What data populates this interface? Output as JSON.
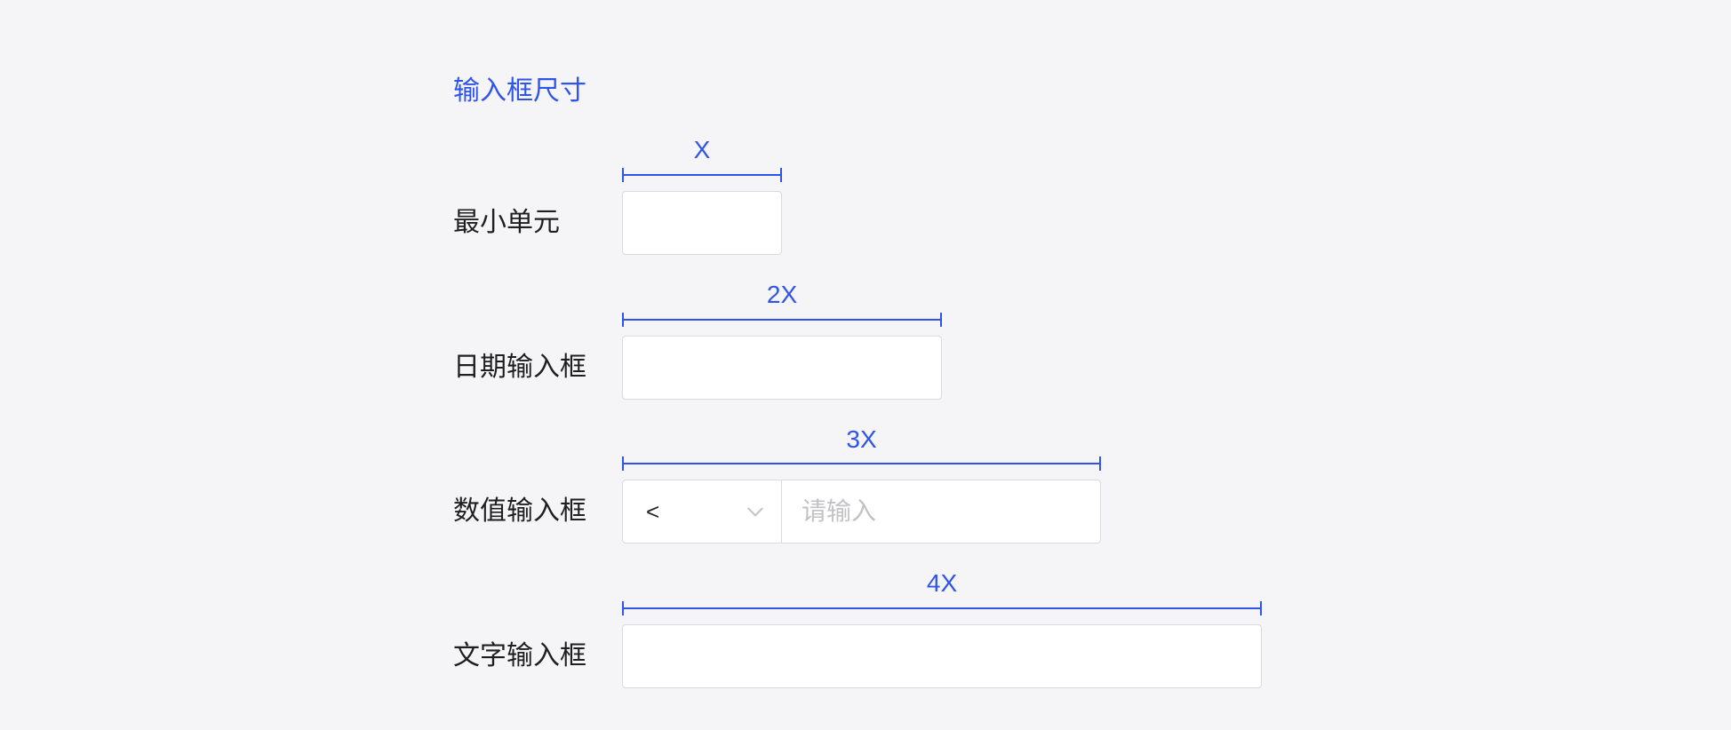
{
  "page": {
    "title": "输入框尺寸"
  },
  "colors": {
    "accent": "#2f54eb",
    "background": "#f5f5f7",
    "input_border": "#d9d9de",
    "placeholder_text": "#c1c1c6",
    "label_text": "#1f1f1f"
  },
  "icons": {
    "select_dropdown": "chevron-down"
  },
  "rows": [
    {
      "label": "最小单元",
      "dimension": "X"
    },
    {
      "label": "日期输入框",
      "dimension": "2X"
    },
    {
      "label": "数值输入框",
      "dimension": "3X",
      "select_value": "<",
      "placeholder": "请输入"
    },
    {
      "label": "文字输入框",
      "dimension": "4X"
    }
  ]
}
